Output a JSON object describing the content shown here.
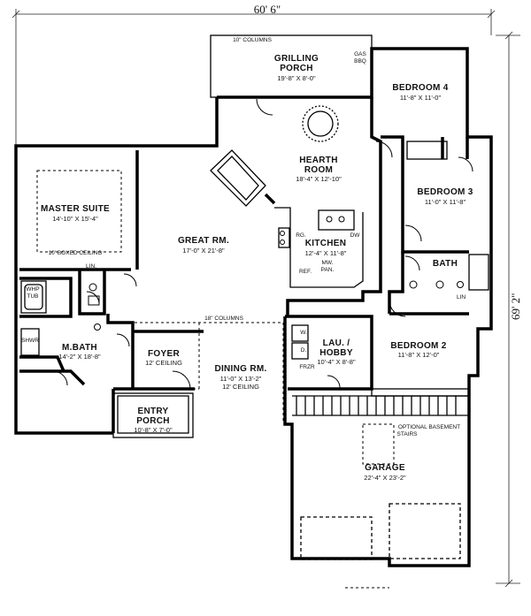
{
  "dimensions": {
    "width": "60' 6\"",
    "depth": "69' 2\""
  },
  "rooms": {
    "grilling_porch": {
      "name1": "GRILLING",
      "name2": "PORCH",
      "size": "19'-8\" X 8'-0\""
    },
    "bedroom4": {
      "name": "BEDROOM 4",
      "size": "11'-8\" X 11'-0\""
    },
    "hearth_room": {
      "name1": "HEARTH",
      "name2": "ROOM",
      "size": "18'-4\" X 12'-10\""
    },
    "bedroom3": {
      "name": "BEDROOM 3",
      "size": "11'-0\" X 11'-8\""
    },
    "master_suite": {
      "name": "MASTER SUITE",
      "size": "14'-10\" X 15'-4\"",
      "note": "10' BOXED CEILING"
    },
    "great_room": {
      "name": "GREAT RM.",
      "size": "17'-0\" X 21'-8\""
    },
    "kitchen": {
      "name": "KITCHEN",
      "size": "12'-4\" X 11'-8\""
    },
    "bath": {
      "name": "BATH"
    },
    "bedroom2": {
      "name": "BEDROOM 2",
      "size": "11'-8\" X 12'-0\""
    },
    "laundry": {
      "name1": "LAU. /",
      "name2": "HOBBY",
      "size": "10'-4\" X 8'-8\""
    },
    "m_bath": {
      "name": "M.BATH",
      "size": "14'-2\" X 18'-8\""
    },
    "foyer": {
      "name": "FOYER",
      "size": "12' CEILING"
    },
    "dining_room": {
      "name": "DINING RM.",
      "size": "11'-0\" X 13'-2\"",
      "note": "12' CEILING"
    },
    "entry_porch": {
      "name1": "ENTRY",
      "name2": "PORCH",
      "size": "10'-8\" X 7'-0\""
    },
    "garage": {
      "name": "GARAGE",
      "size": "22'-4\" X 23'-2\""
    }
  },
  "notes": {
    "columns_top": "10\" COLUMNS",
    "columns_mid": "18\" COLUMNS",
    "gas_bbq1": "GAS",
    "gas_bbq2": "BBQ",
    "optional_stairs1": "OPTIONAL BASEMENT",
    "optional_stairs2": "STAIRS",
    "linen": "LIN.",
    "linen2": "LIN",
    "whp_tub1": "WHP",
    "whp_tub2": "TUB",
    "shower": "SHWR",
    "refrigerator": "REF.",
    "range": "RG.",
    "dishwasher": "DW",
    "microwave_pantry1": "MW.",
    "microwave_pantry2": "PAN.",
    "washer": "W.",
    "dryer": "D.",
    "freezer": "FRZR"
  }
}
